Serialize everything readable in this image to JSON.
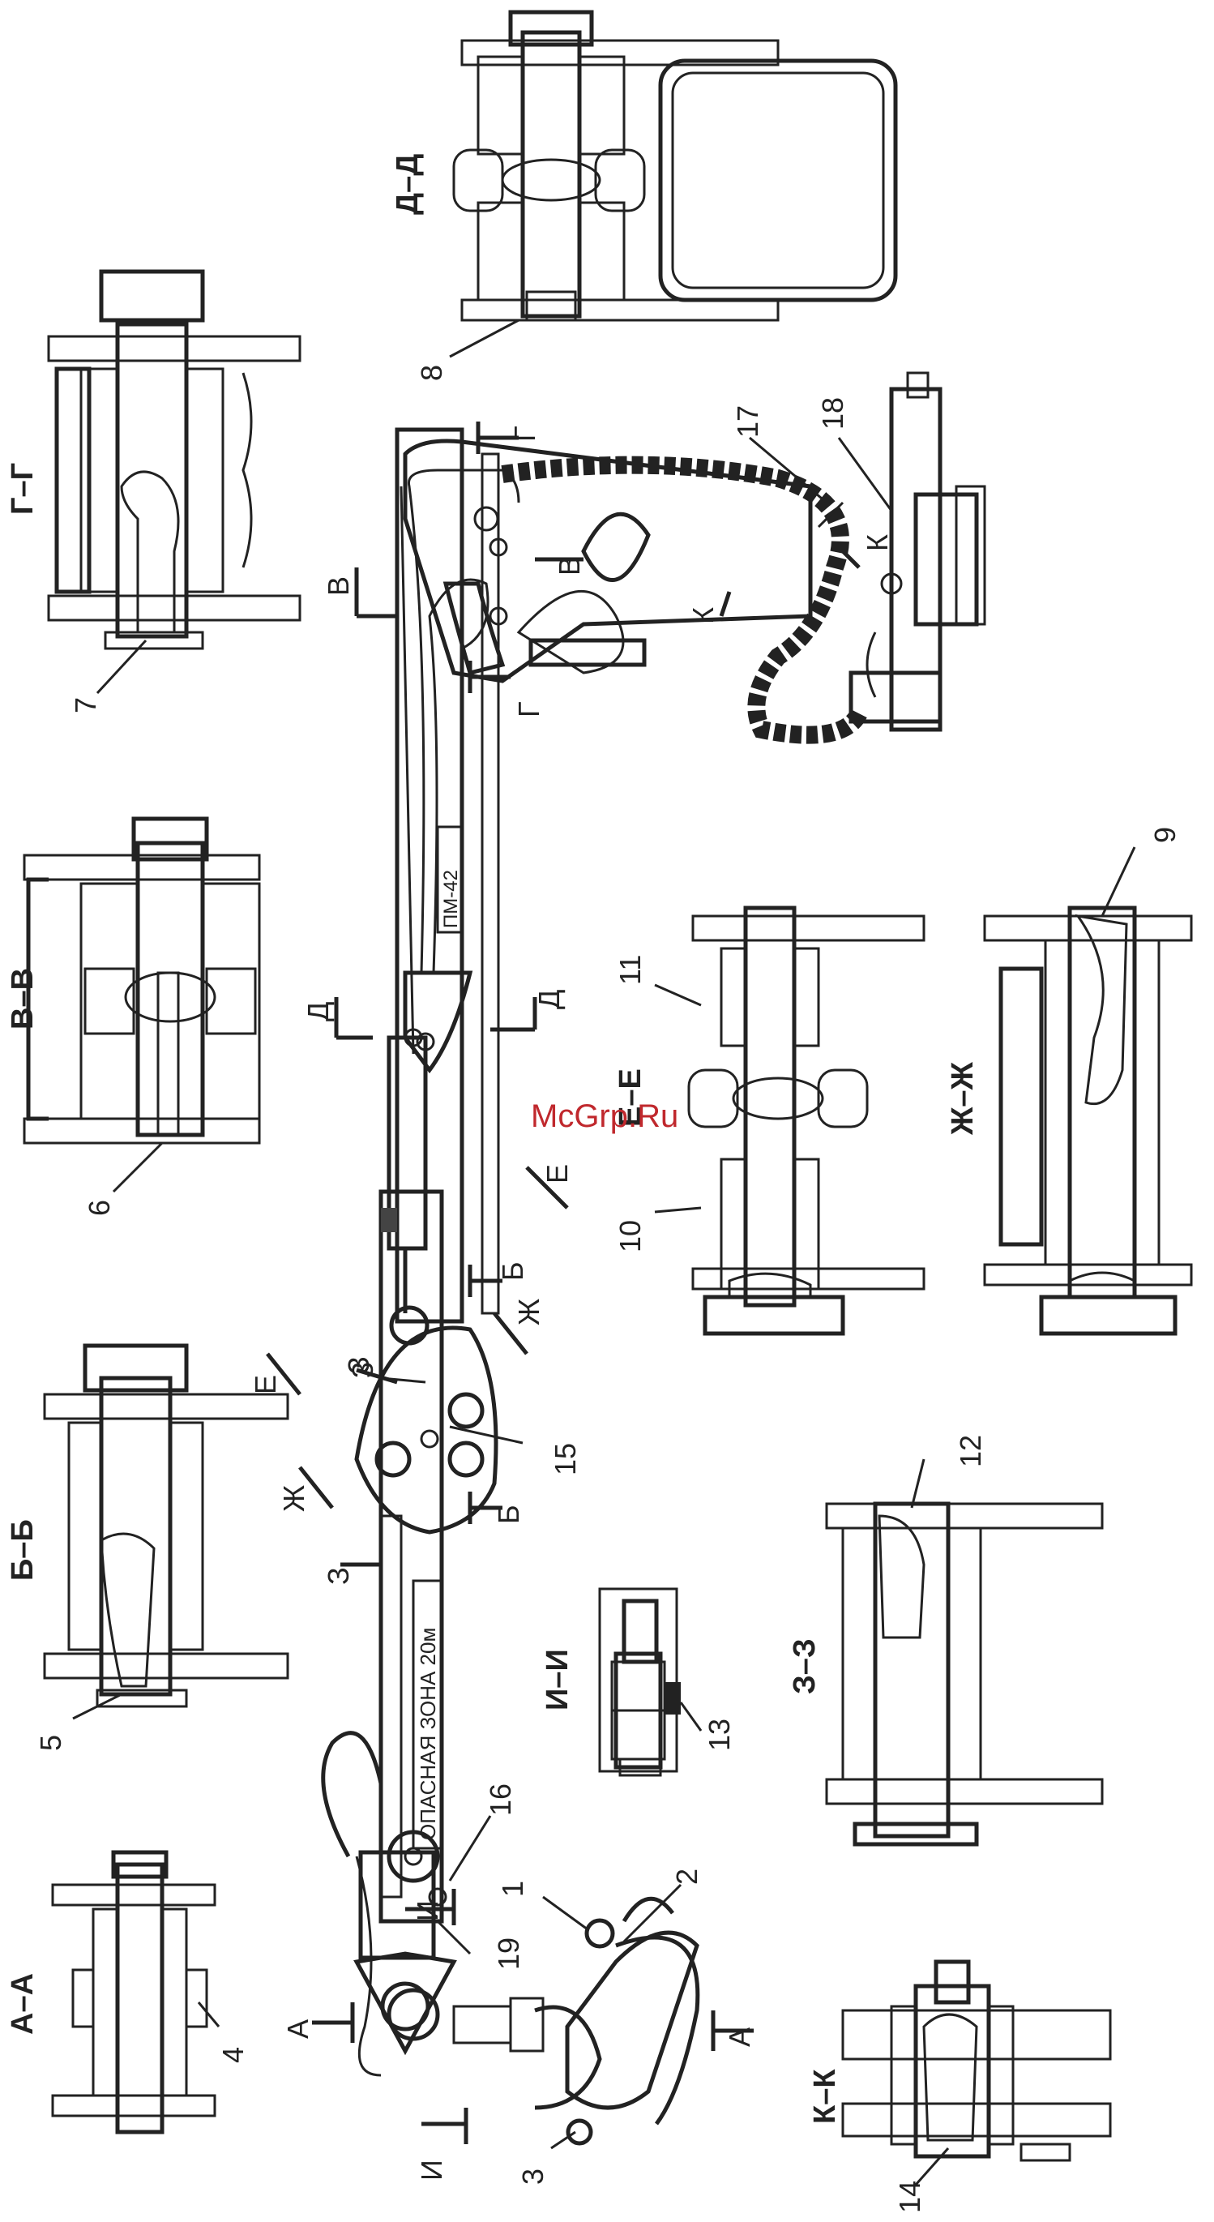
{
  "watermark": "McGrp.Ru",
  "boom_texts": {
    "danger_zone": "ОПАСНАЯ ЗОНА 20м",
    "model": "ПМ-42"
  },
  "sections": {
    "aa": "А–А",
    "bb": "Б–Б",
    "vv": "В–В",
    "gg": "Г–Г",
    "dd": "Д–Д",
    "ee": "Е–Е",
    "zhzh": "Ж–Ж",
    "zz": "З–З",
    "ii": "И–И",
    "kk": "К–К"
  },
  "cut_marks": {
    "a": "А",
    "b": "Б",
    "v": "В",
    "g": "Г",
    "d": "Д",
    "e": "Е",
    "zh": "Ж",
    "z": "З",
    "i": "И",
    "k": "К"
  },
  "callouts": {
    "n1": "1",
    "n2": "2",
    "n3": "3",
    "n4": "4",
    "n5": "5",
    "n6": "6",
    "n7": "7",
    "n8": "8",
    "n9": "9",
    "n10": "10",
    "n11": "11",
    "n12": "12",
    "n13": "13",
    "n14": "14",
    "n15": "15",
    "n16": "16",
    "n17": "17",
    "n18": "18",
    "n19": "19"
  }
}
